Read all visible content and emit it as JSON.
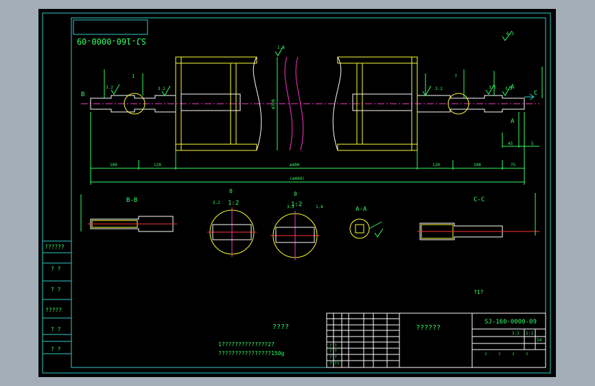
{
  "drawing": {
    "corner_code": "SJ-160-0000-09",
    "title_block": {
      "drawing_code": "SJ-160-0000-09",
      "part_name": "??????",
      "scale_val": "1:2",
      "sheet_val": "1:1",
      "count": "14",
      "row_labels": [
        "? ?",
        "? ?",
        "? ?",
        "????"
      ],
      "qmarks": [
        "?",
        "?",
        "?",
        "?"
      ]
    },
    "side_labels": [
      "??????",
      "? ?",
      "? ?",
      "?????",
      "? ?",
      "? ?"
    ],
    "notes": {
      "heading": "????",
      "line1": "1??????????????2?",
      "line2": "????????????????150g"
    },
    "misc_mark": "?1?",
    "sections": {
      "bb": "B-B",
      "cc": "C-C",
      "aa": "A-A",
      "d1_top": "0",
      "d1_sub": "1:2",
      "d2_top": "0",
      "d2_sub": "1:2"
    },
    "markers": {
      "b_left": "B",
      "a_right": "A",
      "c_right": "C",
      "a_lower": "A",
      "det1": "1",
      "det2": "?"
    },
    "roughness": [
      "3.2",
      "3.2",
      "3.2",
      "3.2",
      "3.2",
      "1.6",
      "3.2",
      "3.2",
      "1.6",
      "6.3"
    ],
    "dims": {
      "d100": "100",
      "d120": "120",
      "d_mid": "ø400",
      "d_total": "(ø400)",
      "d_120r": "120",
      "d_100r": "100",
      "d_75": "75",
      "d_45": "45",
      "d_5": "5",
      "d_phi": "ø320"
    }
  }
}
